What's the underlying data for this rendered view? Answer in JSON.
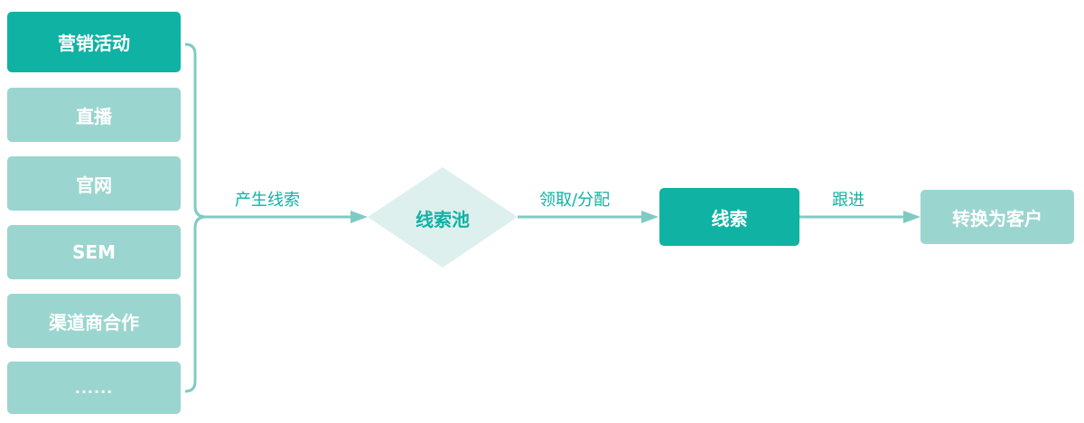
{
  "colors": {
    "primary": "#10b2a3",
    "light": "#9bd5cf",
    "diamond": "#ddf0ee",
    "connector": "#7fcbc3"
  },
  "sources": [
    {
      "label": "营销活动",
      "active": true
    },
    {
      "label": "直播",
      "active": false
    },
    {
      "label": "官网",
      "active": false
    },
    {
      "label": "SEM",
      "active": false
    },
    {
      "label": "渠道商合作",
      "active": false
    },
    {
      "label": "......",
      "active": false
    }
  ],
  "edges": {
    "generate": "产生线索",
    "claim": "领取/分配",
    "follow": "跟进"
  },
  "nodes": {
    "pool": "线索池",
    "lead": "线索",
    "customer": "转换为客户"
  }
}
